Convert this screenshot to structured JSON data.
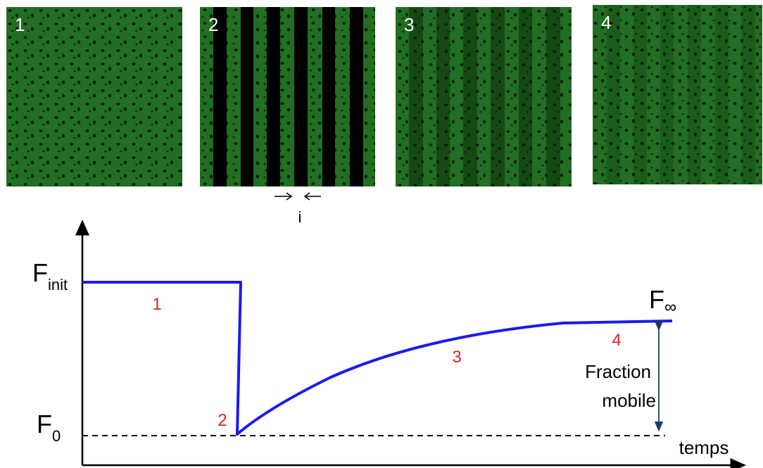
{
  "panels": [
    {
      "number": "1",
      "stripes": "none"
    },
    {
      "number": "2",
      "stripes": "bleached"
    },
    {
      "number": "3",
      "stripes": "recovering"
    },
    {
      "number": "4",
      "stripes": "faint"
    }
  ],
  "interfringe_label": "i",
  "graph": {
    "finit_main": "F",
    "finit_sub": "init",
    "f0_main": "F",
    "f0_sub": "0",
    "finf_main": "F",
    "finf_sub": "∞",
    "phase_labels": [
      "1",
      "2",
      "3",
      "4"
    ],
    "mobile_line1": "Fraction",
    "mobile_line2": "mobile",
    "xaxis_label": "temps"
  },
  "colors": {
    "curve": "#1a1aef",
    "phase_labels": "#e02020",
    "axes": "#000000",
    "arrow": "#1f3864",
    "panel_green": "#1f6b1f"
  }
}
